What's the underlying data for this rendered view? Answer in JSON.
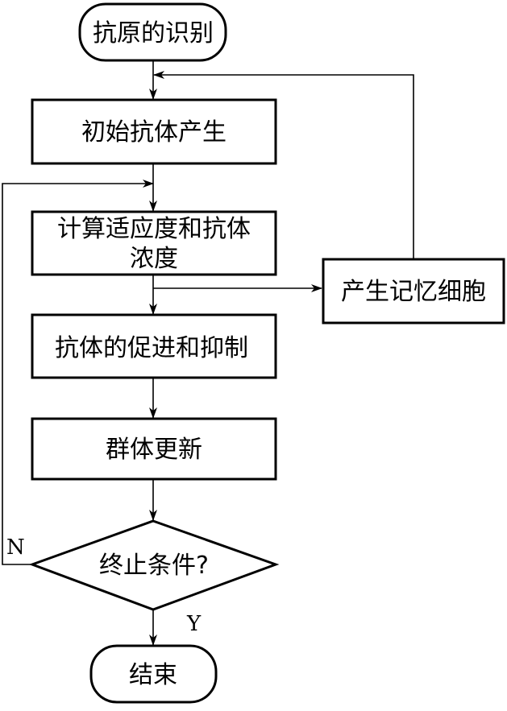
{
  "nodes": {
    "start": "抗原的识别",
    "init": "初始抗体产生",
    "calc_line1": "计算适应度和抗体",
    "calc_line2": "浓度",
    "memory": "产生记忆细胞",
    "promote": "抗体的促进和抑制",
    "update": "群体更新",
    "decision": "终止条件?",
    "end": "结束"
  },
  "edge_labels": {
    "no": "N",
    "yes": "Y"
  },
  "colors": {
    "line": "#000000",
    "background": "#ffffff"
  }
}
